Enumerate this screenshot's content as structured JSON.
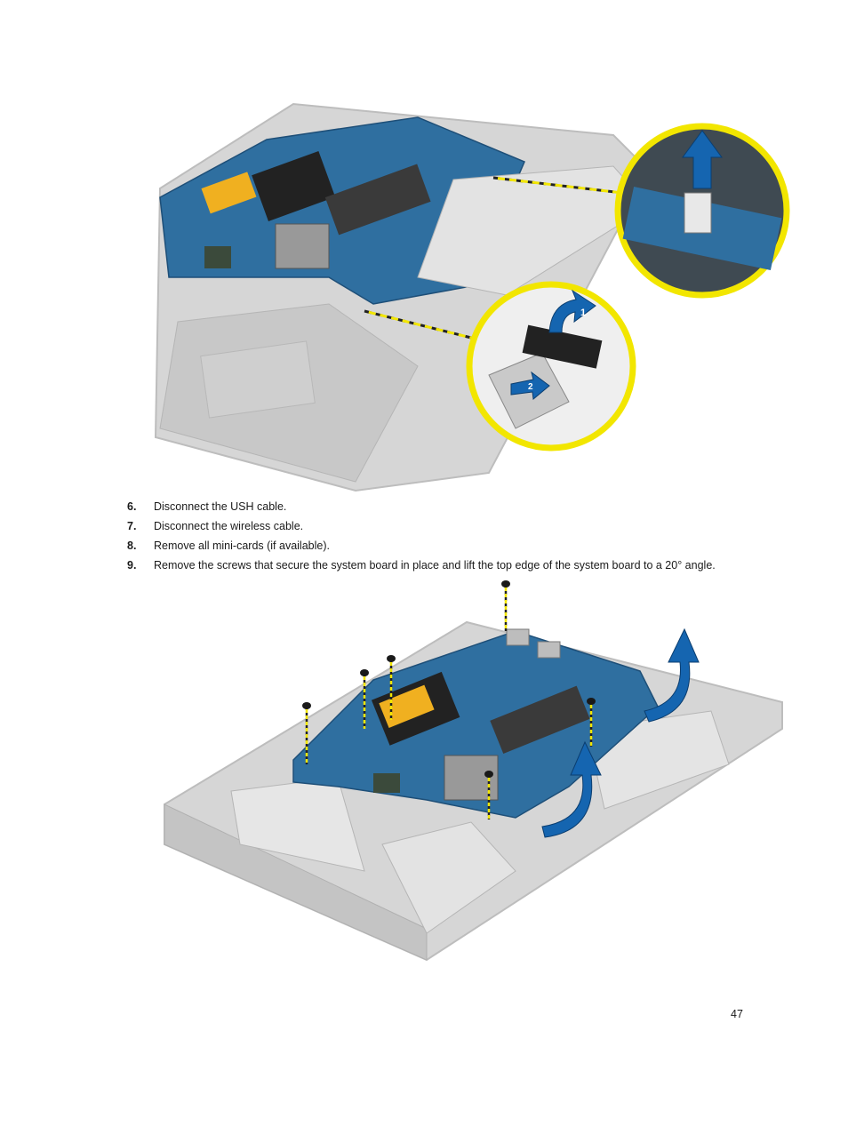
{
  "steps": [
    {
      "number": "6.",
      "text": "Disconnect the USH cable."
    },
    {
      "number": "7.",
      "text": "Disconnect the wireless cable."
    },
    {
      "number": "8.",
      "text": "Remove all mini-cards (if available)."
    },
    {
      "number": "9.",
      "text": "Remove the screws that secure the system board in place and lift the top edge of the system board to a 20° angle."
    }
  ],
  "callouts": {
    "lift_step": "1",
    "pull_step": "2"
  },
  "page_number": "47",
  "colors": {
    "board": "#2f6fa0",
    "chassis": "#d4d4d4",
    "callout_ring": "#f2e600",
    "arrow": "#1565b0",
    "heatsink_pad": "#f0b020"
  },
  "icons": [
    "screw-icon",
    "lift-arrow-icon",
    "callout-arrow-icon"
  ]
}
